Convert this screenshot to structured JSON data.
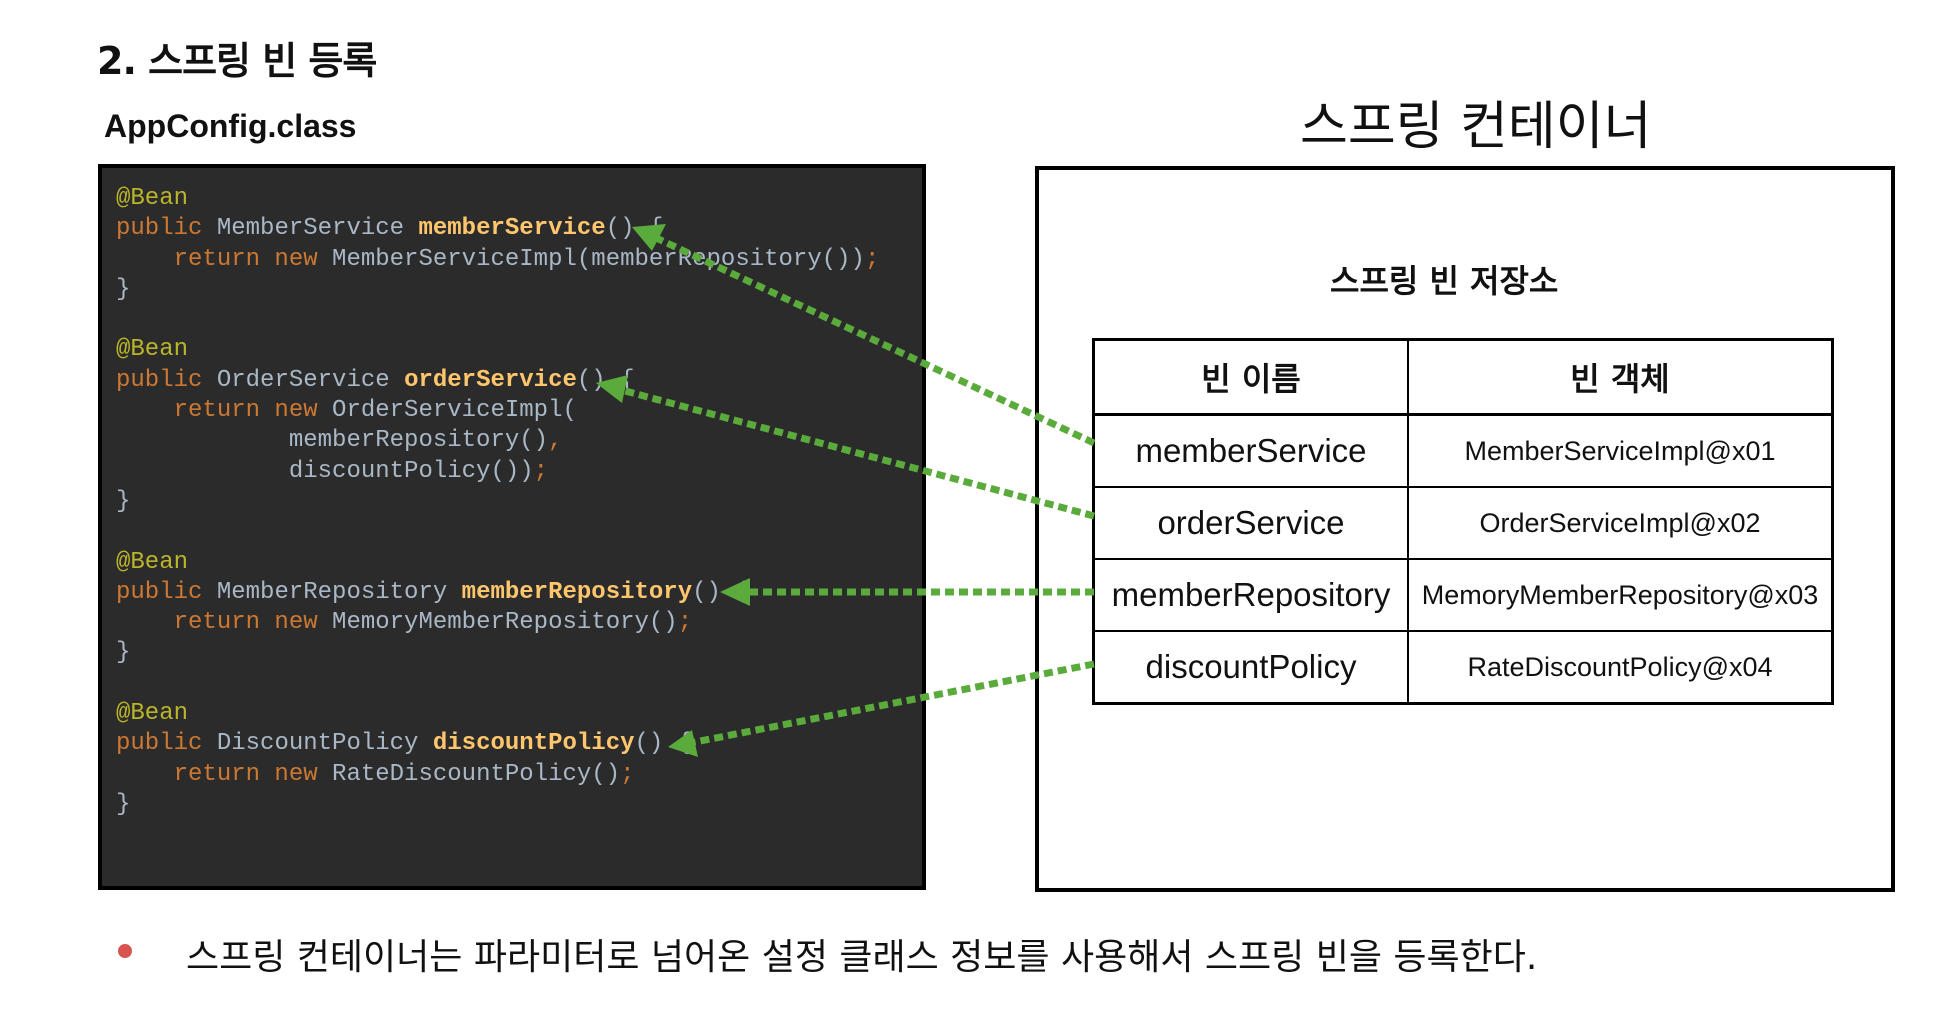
{
  "section_title": "2. 스프링 빈 등록",
  "code_panel": {
    "title": "AppConfig.class",
    "lines": [
      [
        {
          "t": "@Bean",
          "c": "ann"
        }
      ],
      [
        {
          "t": "public ",
          "c": "kw"
        },
        {
          "t": "MemberService ",
          "c": "txt"
        },
        {
          "t": "memberService",
          "c": "fn"
        },
        {
          "t": "() {",
          "c": "txt"
        }
      ],
      [
        {
          "t": "    return new ",
          "c": "kw"
        },
        {
          "t": "MemberServiceImpl(memberRepository())",
          "c": "txt"
        },
        {
          "t": ";",
          "c": "kw"
        }
      ],
      [
        {
          "t": "}",
          "c": "txt"
        }
      ],
      [],
      [
        {
          "t": "@Bean",
          "c": "ann"
        }
      ],
      [
        {
          "t": "public ",
          "c": "kw"
        },
        {
          "t": "OrderService ",
          "c": "txt"
        },
        {
          "t": "orderService",
          "c": "fn"
        },
        {
          "t": "() {",
          "c": "txt"
        }
      ],
      [
        {
          "t": "    return new ",
          "c": "kw"
        },
        {
          "t": "OrderServiceImpl(",
          "c": "txt"
        }
      ],
      [
        {
          "t": "            memberRepository()",
          "c": "txt"
        },
        {
          "t": ",",
          "c": "kw"
        }
      ],
      [
        {
          "t": "            discountPolicy())",
          "c": "txt"
        },
        {
          "t": ";",
          "c": "kw"
        }
      ],
      [
        {
          "t": "}",
          "c": "txt"
        }
      ],
      [],
      [
        {
          "t": "@Bean",
          "c": "ann"
        }
      ],
      [
        {
          "t": "public ",
          "c": "kw"
        },
        {
          "t": "MemberRepository ",
          "c": "txt"
        },
        {
          "t": "memberRepository",
          "c": "fn"
        },
        {
          "t": "() {",
          "c": "txt"
        }
      ],
      [
        {
          "t": "    return new ",
          "c": "kw"
        },
        {
          "t": "MemoryMemberRepository()",
          "c": "txt"
        },
        {
          "t": ";",
          "c": "kw"
        }
      ],
      [
        {
          "t": "}",
          "c": "txt"
        }
      ],
      [],
      [
        {
          "t": "@Bean",
          "c": "ann"
        }
      ],
      [
        {
          "t": "public ",
          "c": "kw"
        },
        {
          "t": "DiscountPolicy ",
          "c": "txt"
        },
        {
          "t": "discountPolicy",
          "c": "fn"
        },
        {
          "t": "() {",
          "c": "txt"
        }
      ],
      [
        {
          "t": "    return new ",
          "c": "kw"
        },
        {
          "t": "RateDiscountPolicy()",
          "c": "txt"
        },
        {
          "t": ";",
          "c": "kw"
        }
      ],
      [
        {
          "t": "}",
          "c": "txt"
        }
      ]
    ]
  },
  "container": {
    "title": "스프링 컨테이너",
    "store_title": "스프링 빈 저장소",
    "columns": [
      "빈 이름",
      "빈 객체"
    ],
    "rows": [
      {
        "name": "memberService",
        "object": "MemberServiceImpl@x01"
      },
      {
        "name": "orderService",
        "object": "OrderServiceImpl@x02"
      },
      {
        "name": "memberRepository",
        "object": "MemoryMemberRepository@x03"
      },
      {
        "name": "discountPolicy",
        "object": "RateDiscountPolicy@x04"
      }
    ]
  },
  "bullet": "스프링 컨테이너는 파라미터로 넘어온 설정 클래스 정보를 사용해서 스프링 빈을 등록한다.",
  "colors": {
    "code_bg": "#2b2b2b",
    "annotation": "#bbb529",
    "keyword": "#cc7832",
    "method": "#ffc66d",
    "plain": "#a9b7c6",
    "arrow": "#5aab3c",
    "bullet": "#d9534f"
  }
}
